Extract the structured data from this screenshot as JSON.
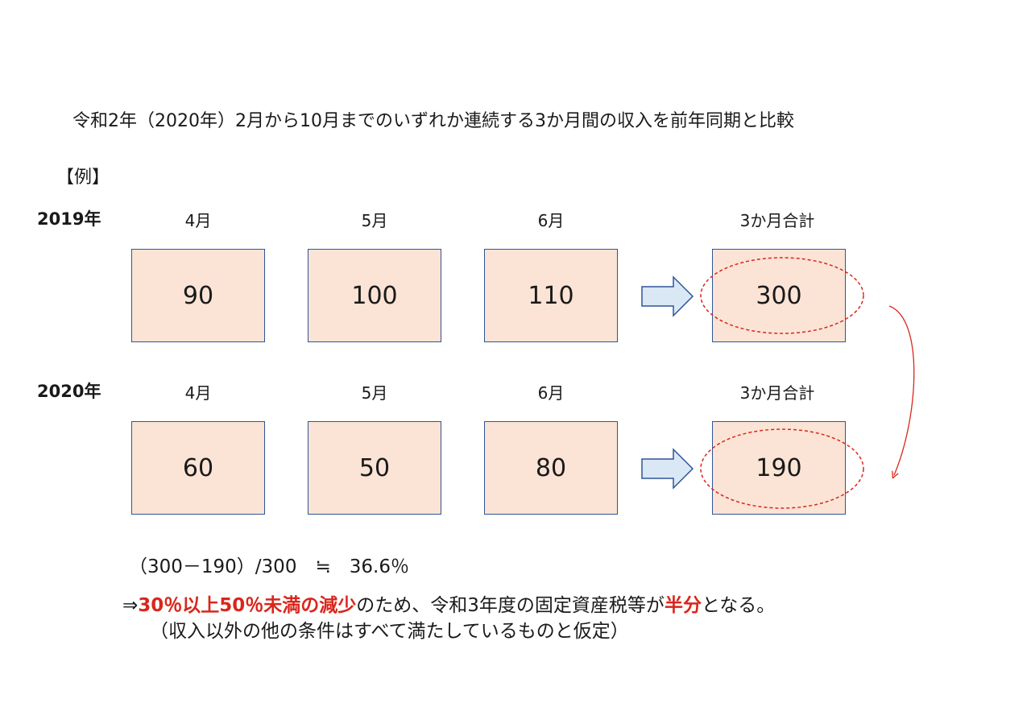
{
  "heading": "令和2年（2020年）2月から10月までのいずれか連続する3か月間の収入を前年同期と比較",
  "example_label": "【例】",
  "rows": [
    {
      "year": "2019年",
      "months": [
        "4月",
        "5月",
        "6月"
      ],
      "values": [
        "90",
        "100",
        "110"
      ],
      "total_label": "3か月合計",
      "total": "300"
    },
    {
      "year": "2020年",
      "months": [
        "4月",
        "5月",
        "6月"
      ],
      "values": [
        "60",
        "50",
        "80"
      ],
      "total_label": "3か月合計",
      "total": "190"
    }
  ],
  "formula": "（300－190）/300　≒　36.6％",
  "conclusion": {
    "prefix": "⇒",
    "highlight1": "30％以上50％未満の減少",
    "middle": "のため、令和3年度の固定資産税等が",
    "highlight2": "半分",
    "suffix": "となる。"
  },
  "note": "（収入以外の他の条件はすべて満たしているものと仮定）",
  "colors": {
    "box_fill": "#fbe4d5",
    "box_border": "#2f5597",
    "arrow_fill": "#dae8f5",
    "highlight_red": "#d9261c"
  }
}
